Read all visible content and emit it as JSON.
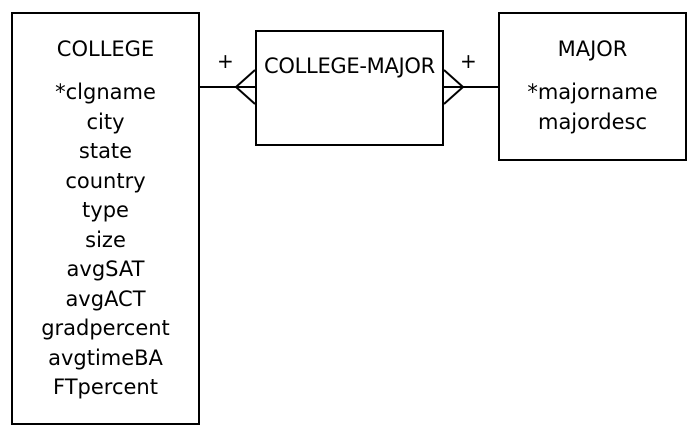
{
  "entities": {
    "college": {
      "name": "COLLEGE",
      "attributes": [
        "*clgname",
        "city",
        "state",
        "country",
        "type",
        "size",
        "avgSAT",
        "avgACT",
        "gradpercent",
        "avgtimeBA",
        "FTpercent"
      ]
    },
    "college_major": {
      "name": "COLLEGE-MAJOR"
    },
    "major": {
      "name": "MAJOR",
      "attributes": [
        "*majorname",
        "majordesc"
      ]
    }
  },
  "relationships": [
    {
      "from": "COLLEGE",
      "to": "COLLEGE-MAJOR",
      "from_marker": "+",
      "to_marker": "crow-foot"
    },
    {
      "from": "MAJOR",
      "to": "COLLEGE-MAJOR",
      "from_marker": "+",
      "to_marker": "crow-foot"
    }
  ],
  "colors": {
    "line": "#000000",
    "background": "#ffffff"
  }
}
